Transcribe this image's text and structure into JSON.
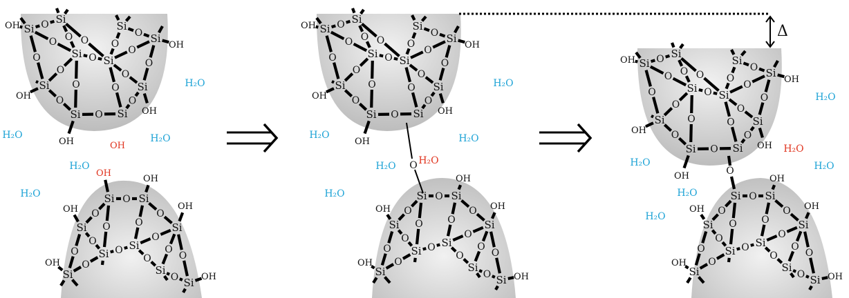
{
  "colors": {
    "particle_dark": "#b9b9b9",
    "particle_light": "#f1f1f1",
    "h2o": "#1ea3d6",
    "reactive": "#e03520",
    "ink": "#111111"
  },
  "labels": {
    "si": "Si",
    "o": "O",
    "oh": "OH",
    "h2o": "H₂O",
    "delta": "Δ"
  },
  "arrows": [
    "implies-arrow-1",
    "implies-arrow-2"
  ]
}
